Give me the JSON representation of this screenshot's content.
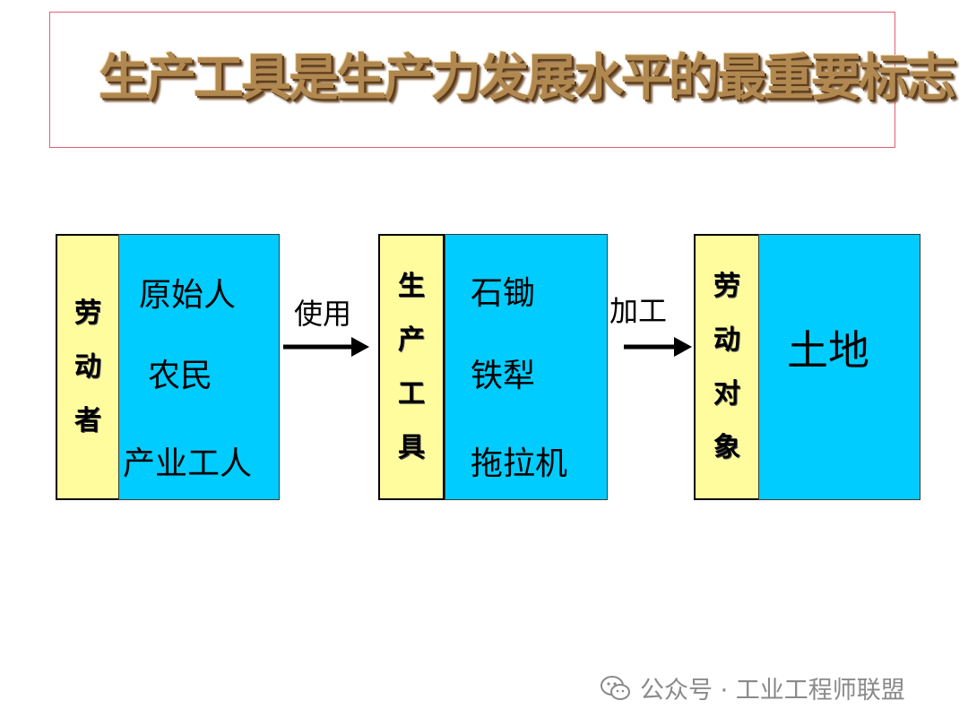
{
  "title": "生产工具是生产力发展水平的最重要标志",
  "groups": [
    {
      "label_chars": [
        "劳",
        "动",
        "者"
      ],
      "items": [
        "原始人",
        "农民",
        "产业工人"
      ]
    },
    {
      "label_chars": [
        "生",
        "产",
        "工",
        "具"
      ],
      "items": [
        "石锄",
        "铁犁",
        "拖拉机"
      ]
    },
    {
      "label_chars": [
        "劳",
        "动",
        "对",
        "象"
      ],
      "items": [
        "土地"
      ]
    }
  ],
  "arrows": [
    {
      "label": "使用"
    },
    {
      "label": "加工"
    }
  ],
  "watermark": {
    "text": "公众号 · 工业工程师联盟",
    "icon": "wechat-icon"
  },
  "colors": {
    "label_fill": "#fffc9e",
    "content_fill": "#00ccff",
    "title_frame": "#e06070"
  }
}
